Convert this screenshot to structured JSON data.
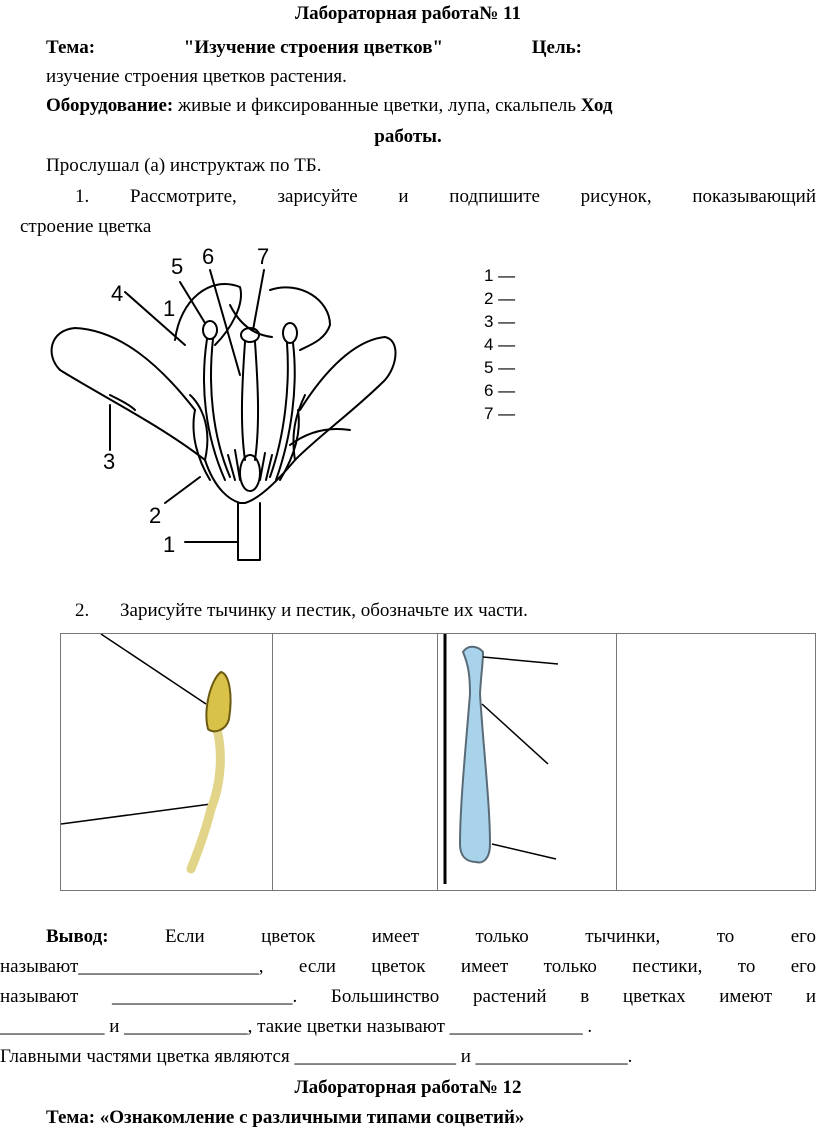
{
  "title": "Лабораторная работа№ 11",
  "topic": {
    "label": "Тема:",
    "text": "\"Изучение строения цветков\"",
    "goal_label": "Цель:",
    "goal_text": "изучение строения цветков растения."
  },
  "equipment": {
    "label": "Оборудование:",
    "text": "живые и фиксированные цветки, лупа, скальпель",
    "progress_label_1": "Ход",
    "progress_label_2": "работы."
  },
  "instruction": "Прослушал (а) инструктаж по ТБ.",
  "task1": {
    "number": "1.",
    "words": [
      "Рассмотрите,",
      "зарисуйте",
      "и",
      "подпишите",
      "рисунок,",
      "показывающий"
    ],
    "continuation": "строение цветка"
  },
  "flower_labels": [
    "1",
    "2",
    "3",
    "4",
    "5",
    "6",
    "7"
  ],
  "answer_list": [
    "1 —",
    "2 —",
    "3 —",
    "4 —",
    "5 —",
    "6 —",
    "7 —"
  ],
  "task2": {
    "number": "2.",
    "text": "Зарисуйте тычинку и пестик, обозначьте их части."
  },
  "conclusion": {
    "label": "Вывод:",
    "line1_words": [
      "Если",
      "цветок",
      "имеет",
      "только",
      "тычинки,",
      "то",
      "его"
    ],
    "line2_words": [
      "называют___________________,",
      "если",
      "цветок",
      "имеет",
      "только",
      "пестики,",
      "то",
      "его"
    ],
    "line3_words": [
      "называют",
      "___________________.",
      "Большинство",
      "растений",
      "в",
      "цветках",
      "имеют",
      "и"
    ],
    "line4": "___________ и _____________, такие цветки называют ______________ .",
    "line5": "Главными частями цветка являются _________________ и ________________."
  },
  "next_title": "Лабораторная работа№ 12",
  "next_topic": {
    "label": "Тема:",
    "text": "«Ознакомление с различными типами соцветий»"
  },
  "colors": {
    "anther": "#d8c24a",
    "filament": "#e2d58a",
    "pistil": "#a9d3ea",
    "pistil_stroke": "#5a6b78"
  }
}
